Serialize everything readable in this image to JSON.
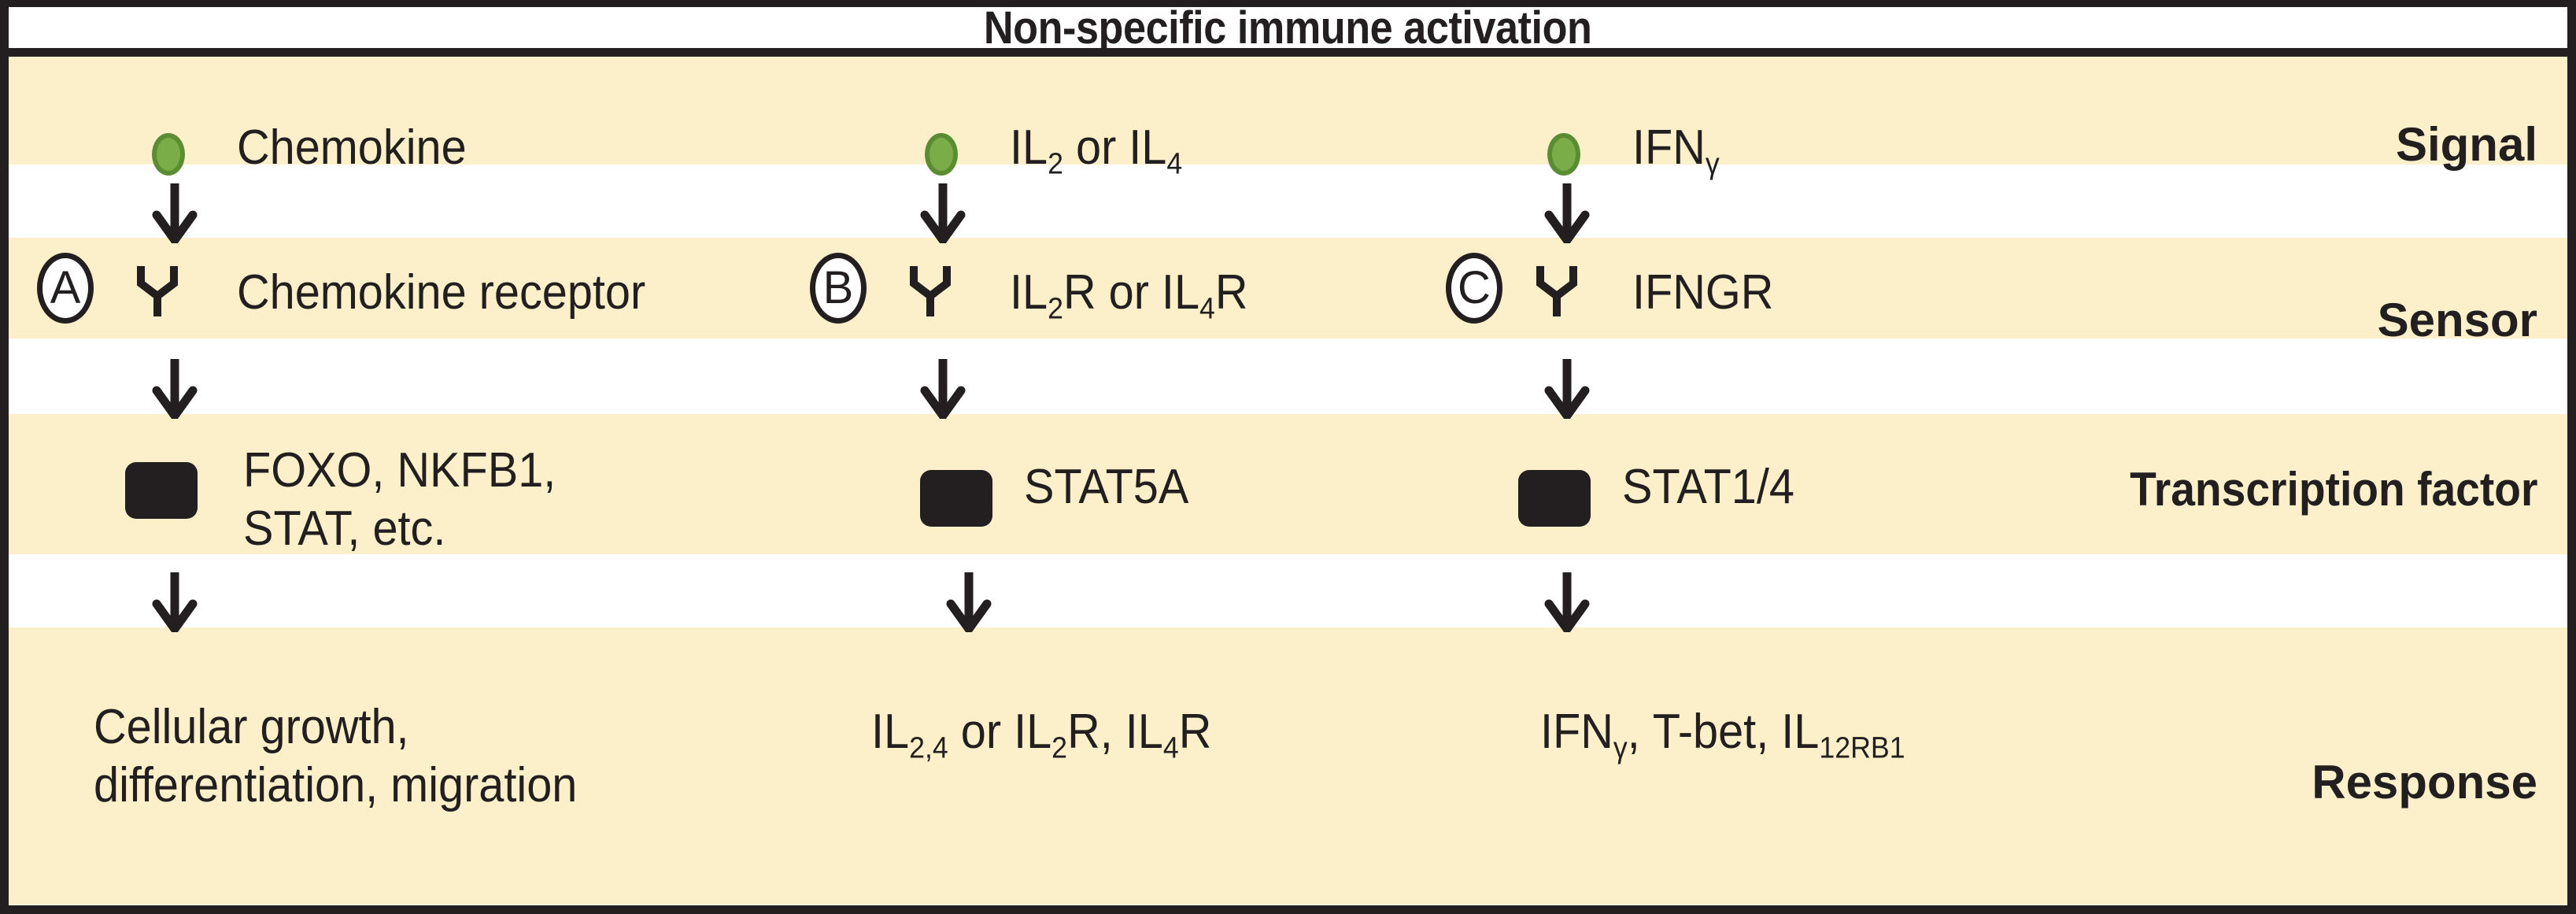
{
  "figure": {
    "title": "Non-specific immune activation",
    "colors": {
      "band_cream": "#fbf0c9",
      "band_white": "#ffffff",
      "border": "#231f20",
      "signal_dot_fill": "#7aad48",
      "signal_dot_stroke": "#5b8c33",
      "tf_box": "#231f20",
      "text": "#231f20"
    }
  },
  "stage_labels": [
    {
      "id": "signal",
      "label": "Signal"
    },
    {
      "id": "sensor",
      "label": "Sensor"
    },
    {
      "id": "transcription-factor",
      "label": "Transcription factor"
    },
    {
      "id": "response",
      "label": "Response"
    }
  ],
  "pathways": [
    {
      "id": "chemokine",
      "marker": "A",
      "signal": {
        "icon": "green-circle-icon",
        "label": "Chemokine"
      },
      "sensor": {
        "icon": "y-receptor-icon",
        "label": "Chemokine receptor"
      },
      "transcription_factor": {
        "icon": "black-box-icon",
        "line1": "FOXO, NKFB1,",
        "line2": "STAT, etc."
      },
      "response": {
        "line1": "Cellular growth,",
        "line2": "differentiation, migration"
      }
    },
    {
      "id": "interleukin",
      "marker": "B",
      "signal": {
        "icon": "green-circle-icon",
        "label_parts": [
          "IL",
          "2",
          " or IL",
          "4"
        ]
      },
      "sensor": {
        "icon": "y-receptor-icon",
        "label_parts": [
          "IL",
          "2",
          "R or IL",
          "4",
          "R"
        ]
      },
      "transcription_factor": {
        "icon": "black-box-icon",
        "label": "STAT5A"
      },
      "response": {
        "label_parts": [
          "IL",
          "2,4",
          " or IL",
          "2",
          "R, IL",
          "4",
          "R"
        ]
      }
    },
    {
      "id": "interferon",
      "marker": "C",
      "signal": {
        "icon": "green-circle-icon",
        "label_parts": [
          "IFN",
          "γ"
        ]
      },
      "sensor": {
        "icon": "y-receptor-icon",
        "label": "IFNGR"
      },
      "transcription_factor": {
        "icon": "black-box-icon",
        "label": "STAT1/4"
      },
      "response": {
        "label_parts": [
          "IFN",
          "γ",
          ", T-bet, IL",
          "12RB1"
        ]
      }
    }
  ],
  "arrows": {
    "glyph": "down-arrow-icon",
    "count": 9,
    "description": "vertical down arrows connecting Signal to Sensor, Sensor to Transcription factor, Transcription factor to Response in each of the three pathway columns"
  },
  "text": {
    "title": "Non-specific immune activation",
    "chemokine_signal": "Chemokine",
    "chemokine_sensor": "Chemokine receptor",
    "chemokine_tf_l1": "FOXO, NKFB1,",
    "chemokine_tf_l2": "STAT, etc.",
    "chemokine_response_l1": "Cellular growth,",
    "chemokine_response_l2": "differentiation, migration",
    "marker_a": "A",
    "marker_b": "B",
    "marker_c": "C",
    "il_signal_a": "IL",
    "il_signal_sub1": "2",
    "il_signal_b": " or IL",
    "il_signal_sub2": "4",
    "il_sensor_a": "IL",
    "il_sensor_sub1": "2",
    "il_sensor_b": "R or IL",
    "il_sensor_sub2": "4",
    "il_sensor_c": "R",
    "il_tf": "STAT5A",
    "il_resp_a": "IL",
    "il_resp_sub1": "2,4",
    "il_resp_b": " or IL",
    "il_resp_sub2": "2",
    "il_resp_c": "R, IL",
    "il_resp_sub3": "4",
    "il_resp_d": "R",
    "ifn_signal_a": "IFN",
    "ifn_signal_sub": "γ",
    "ifn_sensor": "IFNGR",
    "ifn_tf": "STAT1/4",
    "ifn_resp_a": "IFN",
    "ifn_resp_sub1": "γ",
    "ifn_resp_b": ", T-bet, IL",
    "ifn_resp_sub2": "12RB1",
    "label_signal": "Signal",
    "label_sensor": "Sensor",
    "label_tf": "Transcription factor",
    "label_response": "Response"
  }
}
